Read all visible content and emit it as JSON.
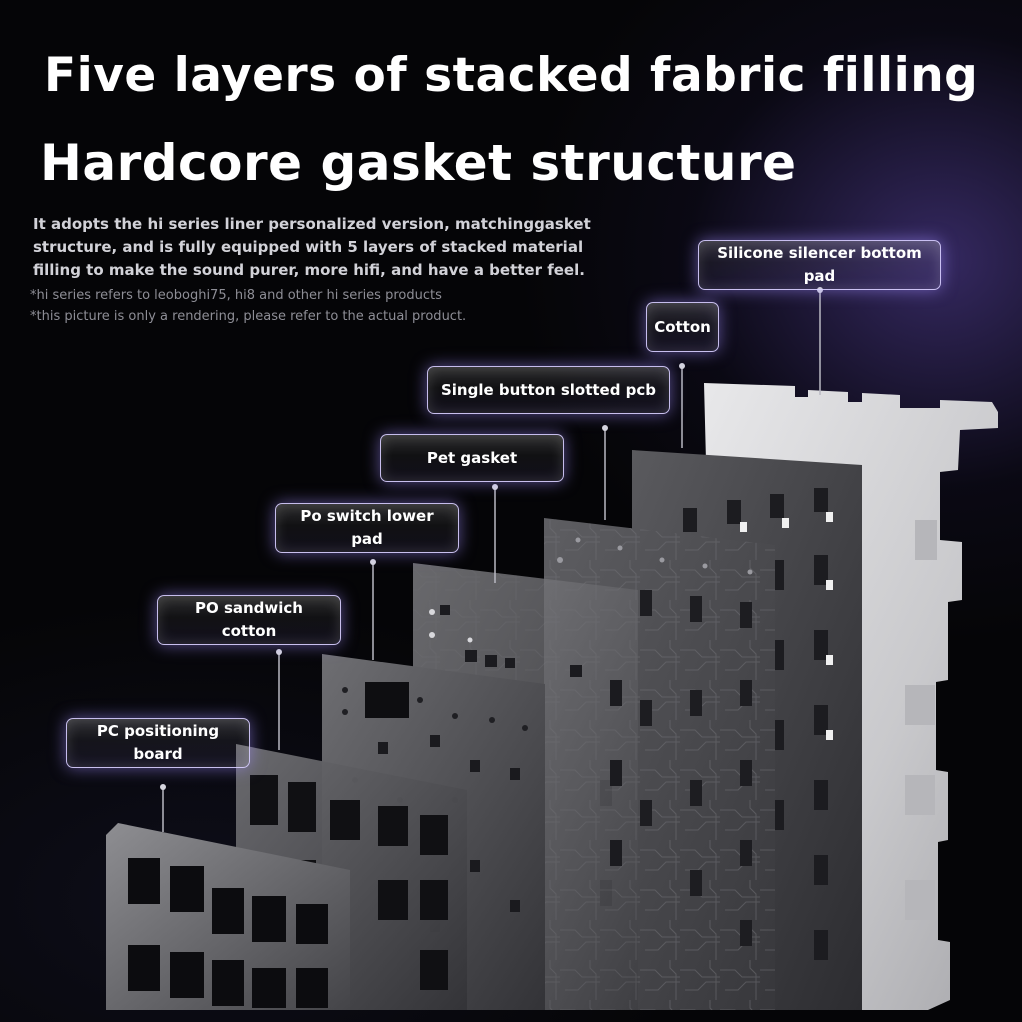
{
  "heading": {
    "line1": "Five layers of stacked fabric filling",
    "line2": "Hardcore gasket structure"
  },
  "description": "It adopts the hi series liner personalized version, matchinggasket structure, and is fully equipped with 5 layers of stacked material filling to make the sound purer, more hifi, and have a better feel.",
  "notes": [
    "*hi series refers to leoboghi75, hi8 and other hi series products",
    "*this picture is only a rendering, please refer to the actual product."
  ],
  "layers": [
    {
      "label": "Silicone silencer bottom pad"
    },
    {
      "label": "Cotton"
    },
    {
      "label": "Single button slotted pcb"
    },
    {
      "label": "Pet gasket"
    },
    {
      "label": "Po switch lower pad"
    },
    {
      "label": "PO sandwich cotton"
    },
    {
      "label": "PC positioning board"
    }
  ],
  "colors": {
    "background": "#050507",
    "glow": "#5c46aa",
    "label_border": "#d7cdff",
    "text": "#ffffff"
  }
}
